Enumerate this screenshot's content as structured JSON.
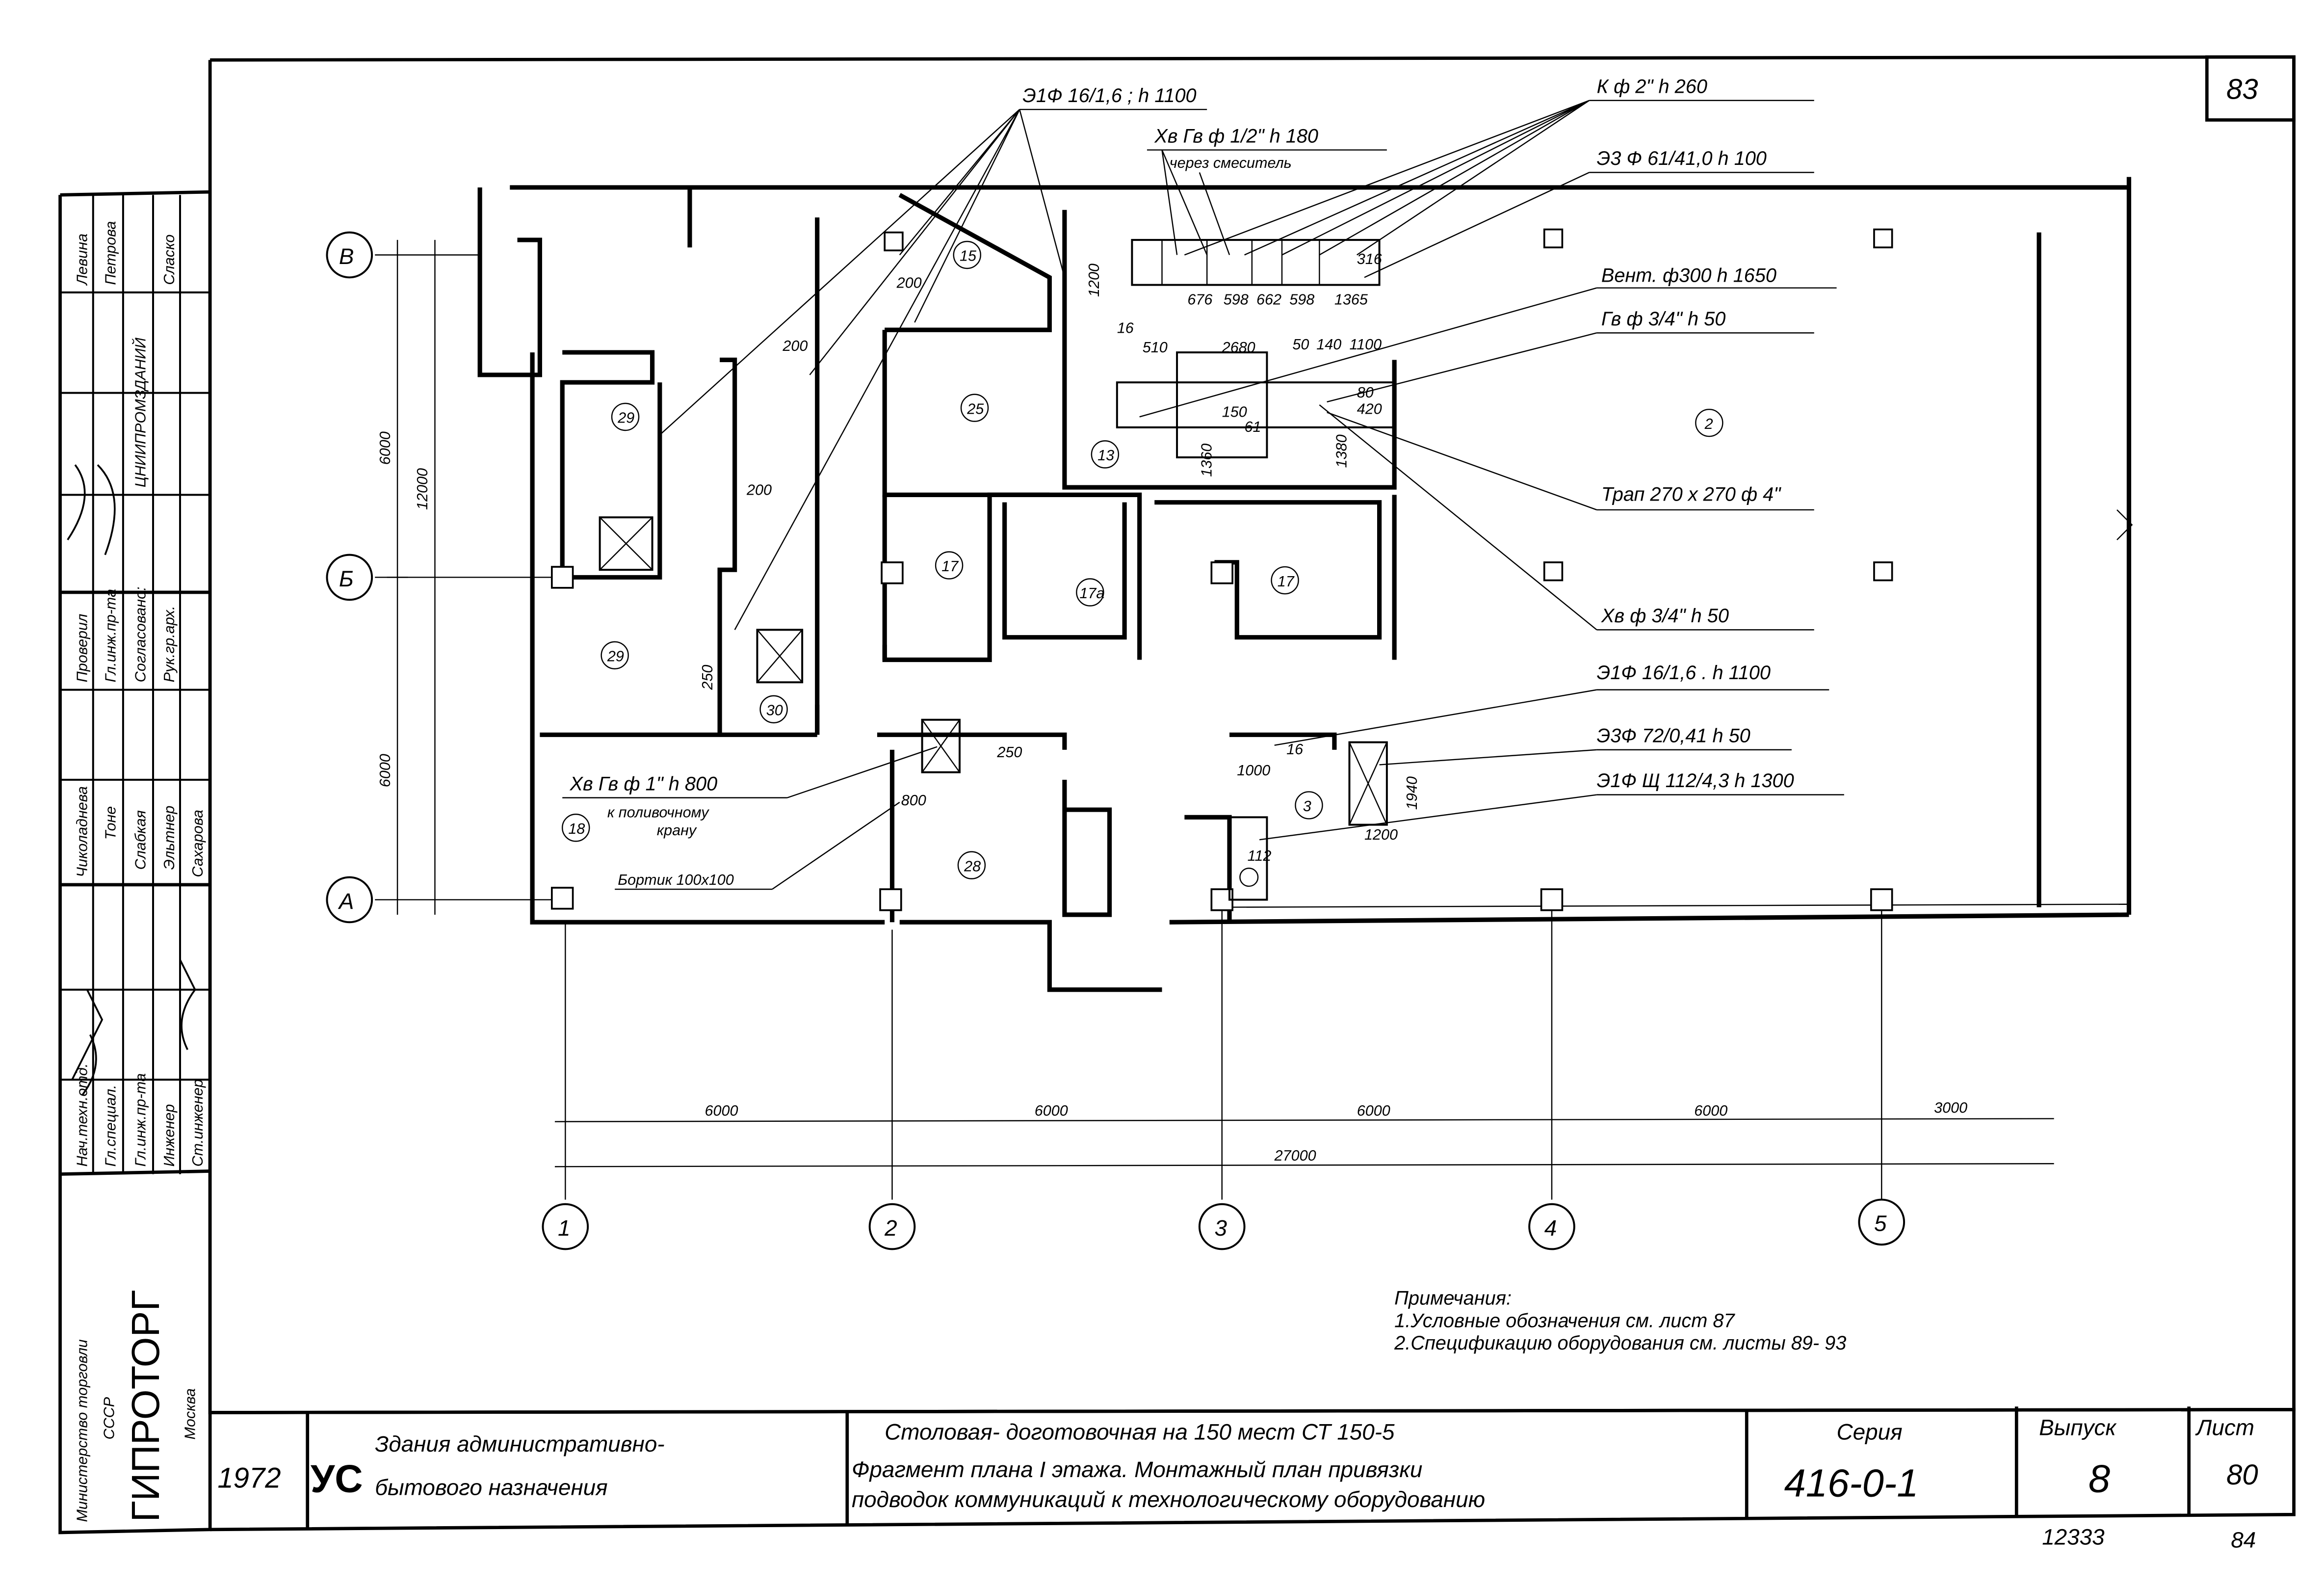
{
  "sheet_corner_number": "83",
  "callouts": {
    "e1_top": "Э1Ф 16/1,6 ; h 1100",
    "xv_gv_half": "Хв Гв ф 1/2\" h 180",
    "via_mixer": "через смеситель",
    "k_2": "К ф 2\" h 260",
    "e3_61": "Э3 Ф 61/41,0 h 100",
    "vent": "Вент. ф300 h 1650",
    "gv_34": "Гв ф 3/4\" h 50",
    "trap": "Трап 270 х 270 ф 4\"",
    "xv_34": "Хв ф 3/4\" h 50",
    "e1_mid": "Э1Ф 16/1,6 . h 1100",
    "e3_72": "Э3Ф 72/0,41 h 50",
    "e1_shch": "Э1Ф Щ 112/4,3 h 1300",
    "xv_gv_1": "Хв Гв ф 1\" h 800",
    "to_tap_1": "к поливочному",
    "to_tap_2": "крану",
    "curb": "Бортик 100х100"
  },
  "local_dims": [
    "676",
    "598",
    "662",
    "598",
    "1365",
    "510",
    "2680",
    "50",
    "140",
    "1100",
    "150",
    "61",
    "1360",
    "1200",
    "316",
    "80",
    "420",
    "1380",
    "16",
    "200",
    "200",
    "250",
    "200",
    "1000",
    "1940",
    "1200",
    "112",
    "16",
    "800",
    "250"
  ],
  "rooms": [
    "15",
    "25",
    "13",
    "2",
    "29",
    "17",
    "17а",
    "17",
    "29",
    "30",
    "18",
    "28",
    "3"
  ],
  "axes": {
    "rows": [
      "В",
      "Б",
      "А"
    ],
    "cols": [
      "1",
      "2",
      "3",
      "4",
      "5"
    ]
  },
  "dimensions": {
    "vertical_parts": [
      "6000",
      "6000"
    ],
    "vertical_total": "12000",
    "horizontal_parts": [
      "6000",
      "6000",
      "6000",
      "6000",
      "3000"
    ],
    "horizontal_total": "27000"
  },
  "notes": {
    "heading": "Примечания:",
    "items": [
      "1.Условные обозначения см. лист 87",
      "2.Спецификацию оборудования см. листы 89- 93"
    ]
  },
  "title_block": {
    "year": "1972",
    "logo": "УС",
    "category_1": "Здания административно-",
    "category_2": "бытового назначения",
    "title_1": "Столовая- доготовочная на 150 мест  СТ 150-5",
    "title_2": "Фрагмент плана I этажа. Монтажный план привязки",
    "title_3": "подводок коммуникаций к технологическому оборудованию",
    "series_label": "Серия",
    "series_value": "416-0-1",
    "issue_label": "Выпуск",
    "issue_value": "8",
    "sheet_label": "Лист",
    "sheet_value": "80",
    "inventory_number": "12333",
    "page_number": "84"
  },
  "stamp": {
    "ministry": "Министерство торговли",
    "country": "СССР",
    "org": "ГИПРОТОРГ",
    "city": "Москва",
    "rows": [
      {
        "role": "Нач.техн.отд.",
        "name": "Чиколаднева",
        "role2": "Проверил",
        "name2": "Левина"
      },
      {
        "role": "Гл.специал.",
        "name": "Тоне",
        "role2": "Гл.инж.пр-та",
        "name2": "Петрова"
      },
      {
        "role": "Гл.инж.пр-та",
        "name": "Слабкая",
        "role2": "Согласовано:",
        "name2": "ЦНИИПРОМЗДАНИЙ"
      },
      {
        "role": "Инженер",
        "name": "Эльтнер",
        "role2": "Рук.гр.арх.",
        "name2": "Сласко"
      },
      {
        "role": "Ст.инженер",
        "name": "Сахарова",
        "role2": "",
        "name2": ""
      }
    ]
  }
}
